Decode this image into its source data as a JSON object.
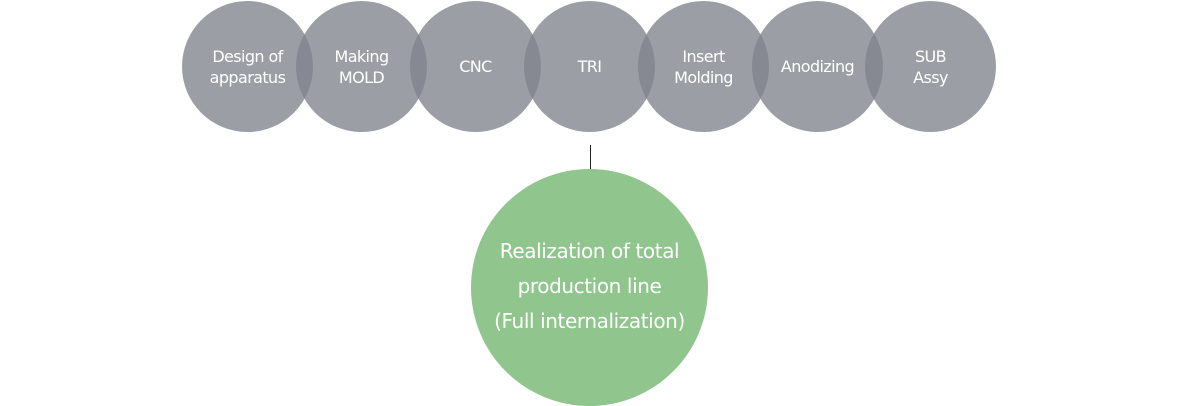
{
  "colors": {
    "step_fill": "#80838c",
    "result_fill": "#90c58d",
    "arrow": "#222222",
    "label_text": "#ffffff"
  },
  "process": {
    "steps": [
      {
        "label": "Design of\napparatus"
      },
      {
        "label": "Making\nMOLD"
      },
      {
        "label": "CNC"
      },
      {
        "label": "TRI"
      },
      {
        "label": "Insert\nMolding"
      },
      {
        "label": "Anodizing"
      },
      {
        "label": "SUB\nAssy"
      }
    ],
    "result": {
      "label": "Realization of total\nproduction line\n(Full internalization)"
    }
  }
}
